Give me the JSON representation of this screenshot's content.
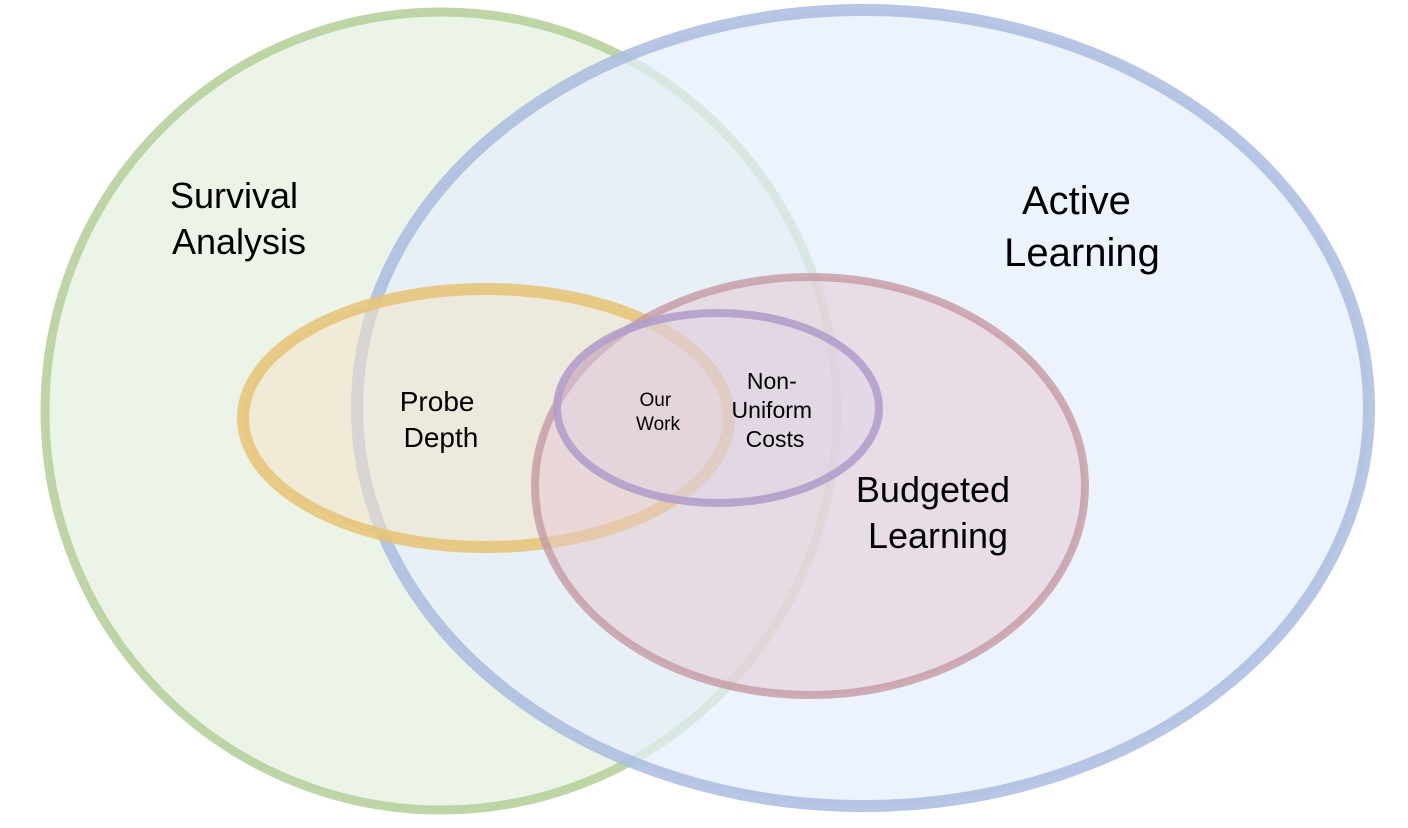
{
  "colors": {
    "survival_fill": "#e3efdc",
    "survival_stroke": "#b3cf98",
    "active_fill": "#e6eefb",
    "active_stroke": "#a9bcdf",
    "probe_fill": "#f4e4c8",
    "probe_stroke": "#e6c374",
    "budgeted_fill": "#e4c8d2",
    "budgeted_stroke": "#c49aa4",
    "nonuniform_fill": "#dcd2e6",
    "nonuniform_stroke": "#b39fca"
  },
  "sets": {
    "survival_analysis": {
      "line1": "Survival",
      "line2": "Analysis"
    },
    "active_learning": {
      "line1": "Active",
      "line2": "Learning"
    },
    "probe_depth": {
      "line1": "Probe",
      "line2": "Depth"
    },
    "budgeted_learning": {
      "line1": "Budgeted",
      "line2": "Learning"
    },
    "non_uniform_costs": {
      "line1": "Non-",
      "line2": "Uniform",
      "line3": "Costs"
    },
    "our_work": {
      "line1": "Our",
      "line2": "Work"
    }
  }
}
